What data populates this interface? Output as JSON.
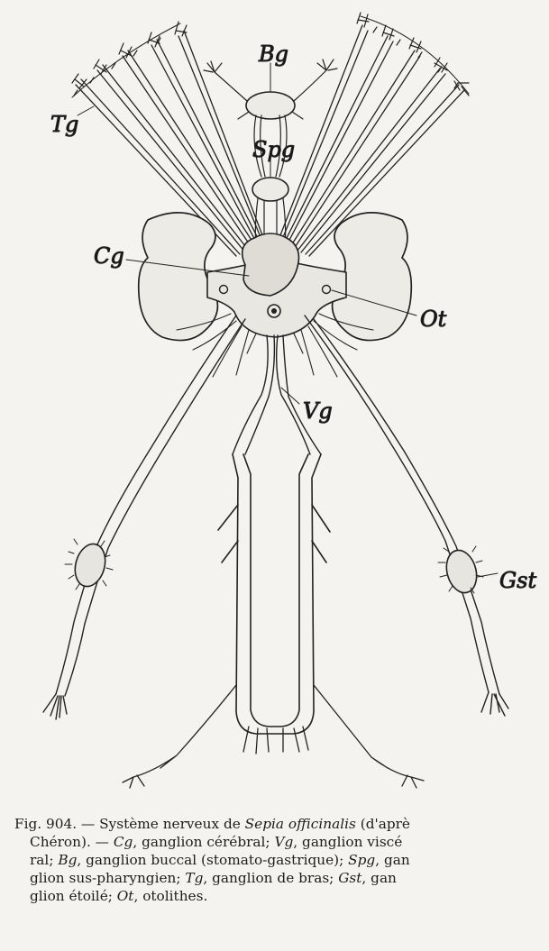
{
  "figure": {
    "labels": {
      "bg": "Bg",
      "spg": "Spg",
      "tg": "Tg",
      "cg": "Cg",
      "ot": "Ot",
      "vg": "Vg",
      "gst": "Gst"
    }
  },
  "caption": {
    "line1": {
      "prefix": "Fig. 904. — Système nerveux de ",
      "species": "Sepia officinalis",
      "suffix": " (d'aprè"
    },
    "line2": {
      "t1": "Chéron). — ",
      "a1": "Cg",
      "t2": ", ganglion cérébral; ",
      "a2": "Vg",
      "t3": ", ganglion viscé"
    },
    "line3": {
      "t1": "ral; ",
      "a1": "Bg",
      "t2": ", ganglion buccal (stomato-gastrique); ",
      "a2": "Spg",
      "t3": ", gan"
    },
    "line4": {
      "t1": "glion sus-pharyngien; ",
      "a1": "Tg",
      "t2": ", ganglion de  bras; ",
      "a2": "Gst",
      "t3": ", gan"
    },
    "line5": {
      "t1": "glion étoilé; ",
      "a1": "Ot",
      "t2": ", otolithes."
    }
  }
}
